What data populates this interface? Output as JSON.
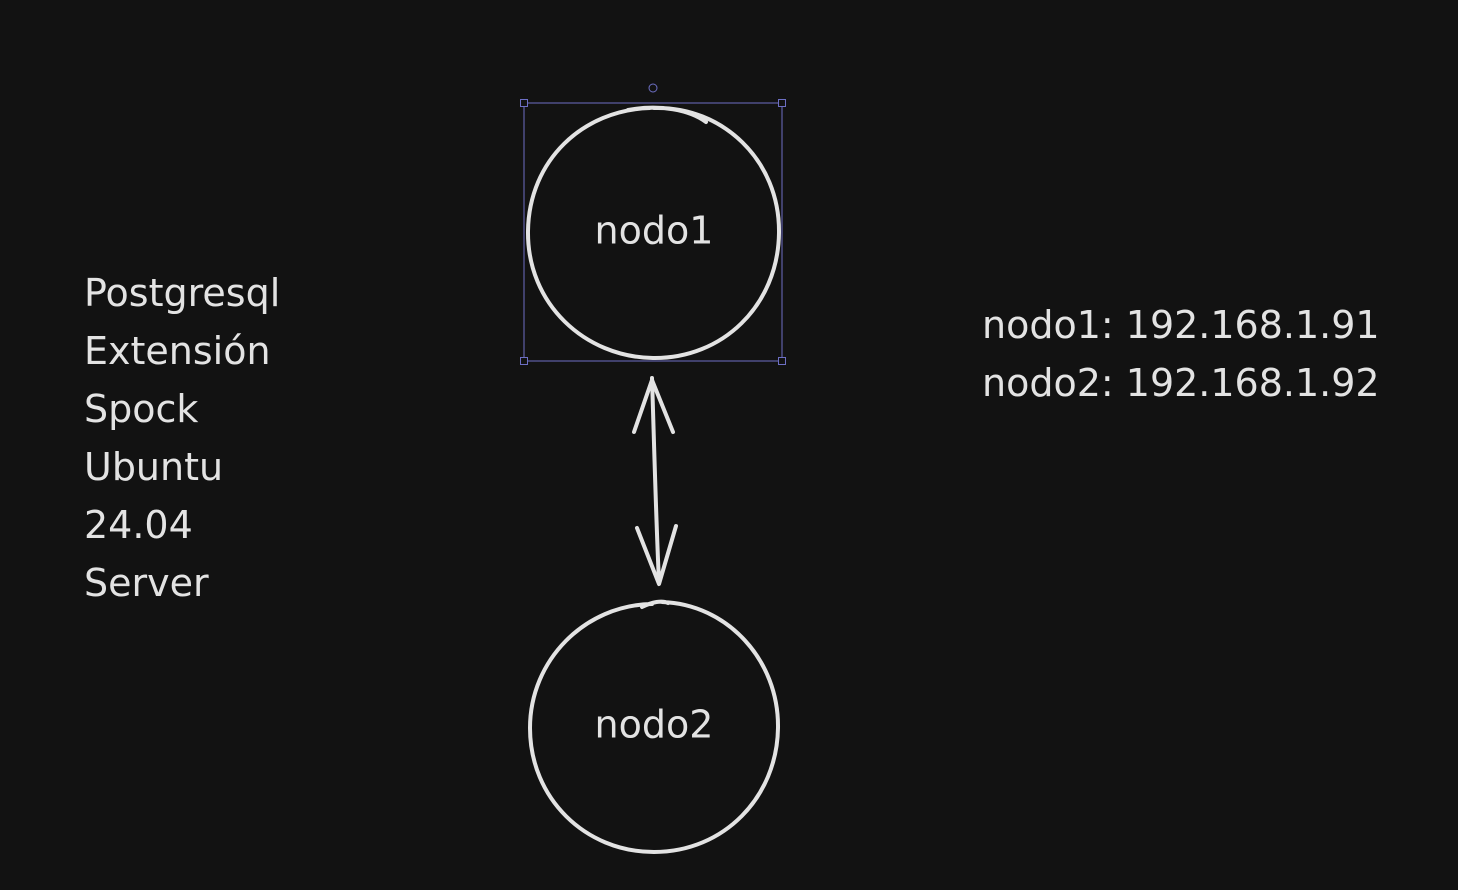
{
  "canvas": {
    "background": "#121212",
    "stroke_color": "#e3e3e3",
    "selection_color": "#6d6fc4"
  },
  "nodes": {
    "nodo1": {
      "label": "nodo1",
      "selected": true
    },
    "nodo2": {
      "label": "nodo2",
      "selected": false
    }
  },
  "edge": {
    "from": "nodo1",
    "to": "nodo2",
    "direction": "bidirectional"
  },
  "left_note": {
    "lines": [
      "Postgresql",
      "Extensión",
      "Spock",
      "Ubuntu",
      "24.04",
      "Server"
    ]
  },
  "right_note": {
    "lines": [
      "nodo1: 192.168.1.91",
      "nodo2: 192.168.1.92"
    ]
  }
}
